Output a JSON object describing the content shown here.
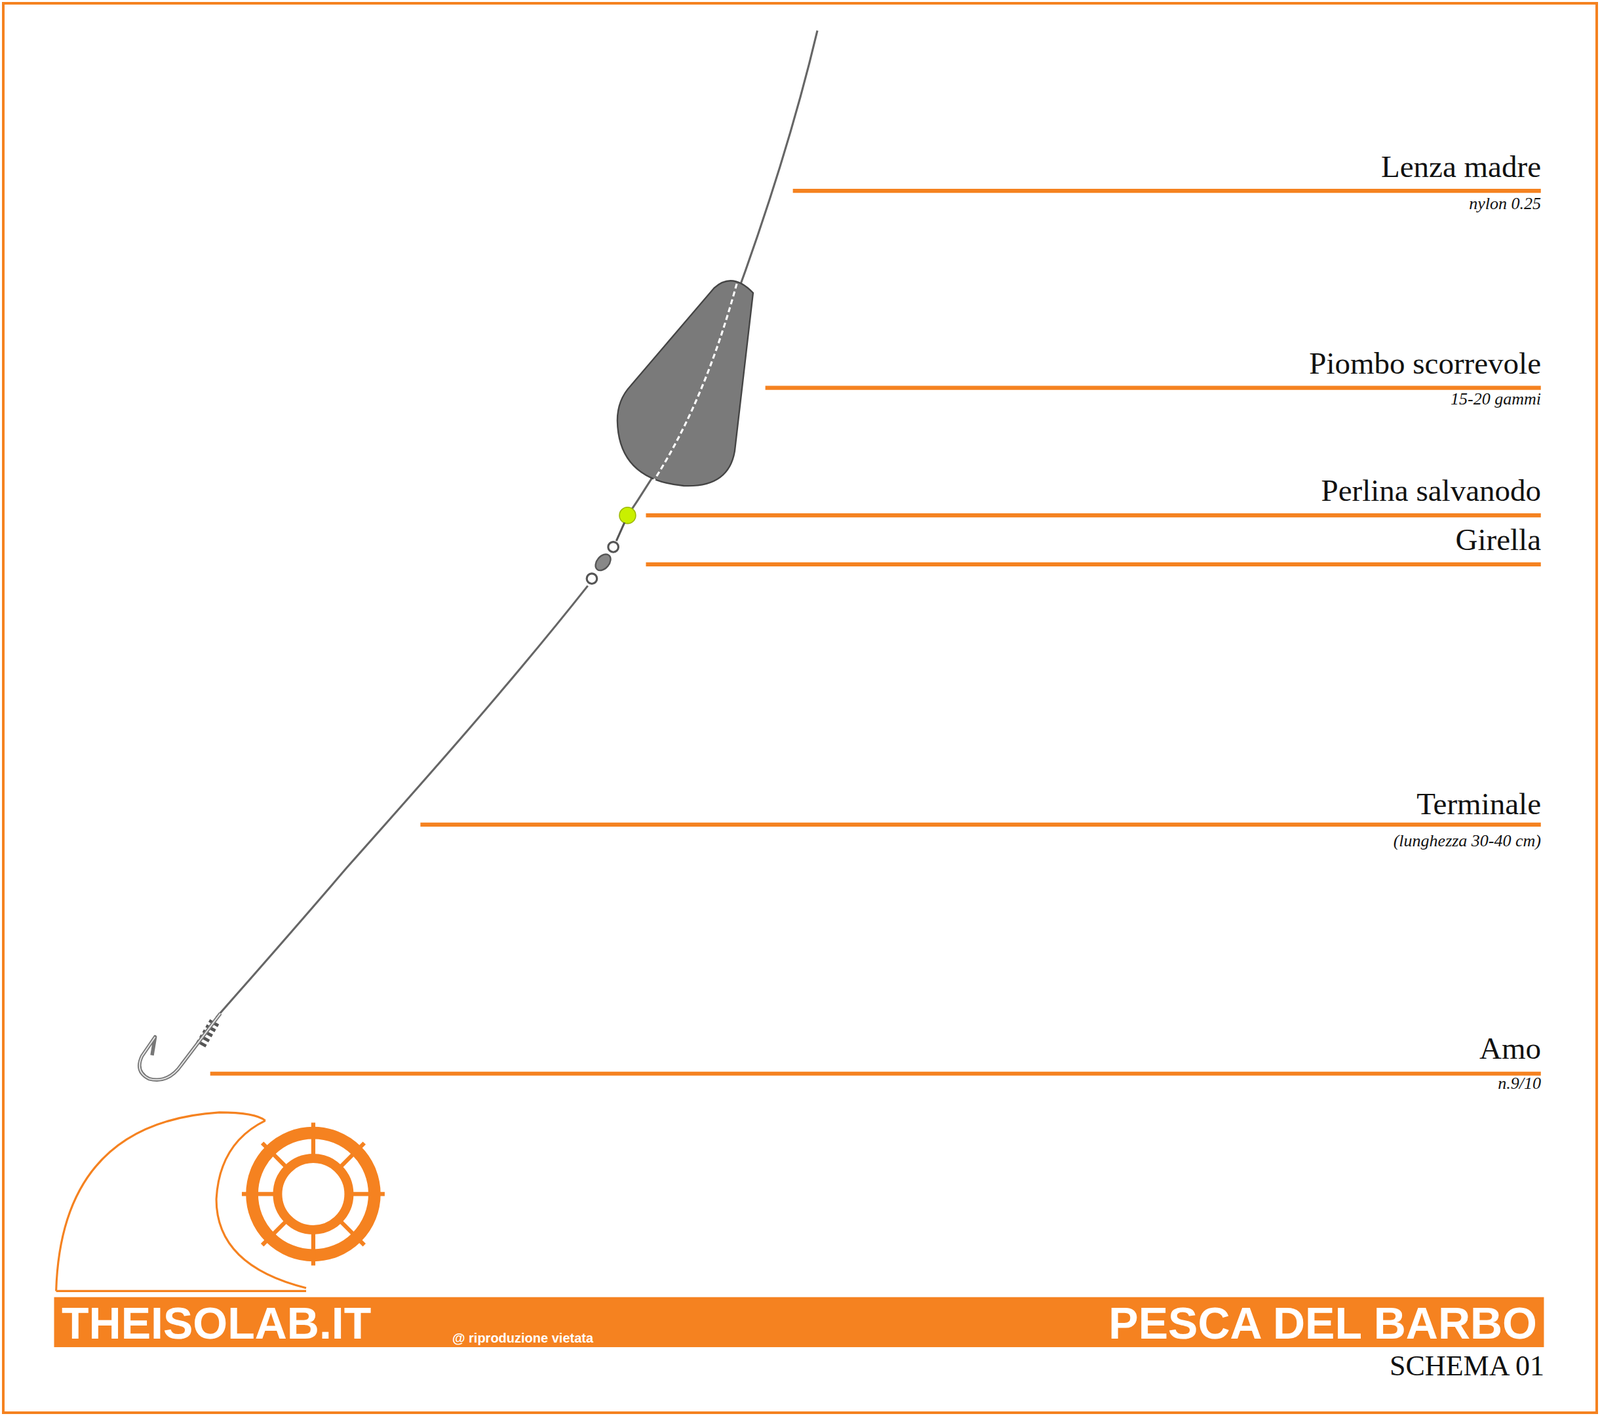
{
  "diagram": {
    "title": "PESCA DEL BARBO",
    "labels": [
      "Lenza madre",
      "nylon 0.25",
      "Piombo scorrevole",
      "15-20 gammi",
      "Perlina salvanodo",
      "Girella",
      "Terminale",
      "(lunghezza 30-40 cm)",
      "Amo",
      "n.9/10",
      "THEISOLAB.IT",
      "@ riproduzione vietata",
      "SCHEMA 01"
    ]
  }
}
